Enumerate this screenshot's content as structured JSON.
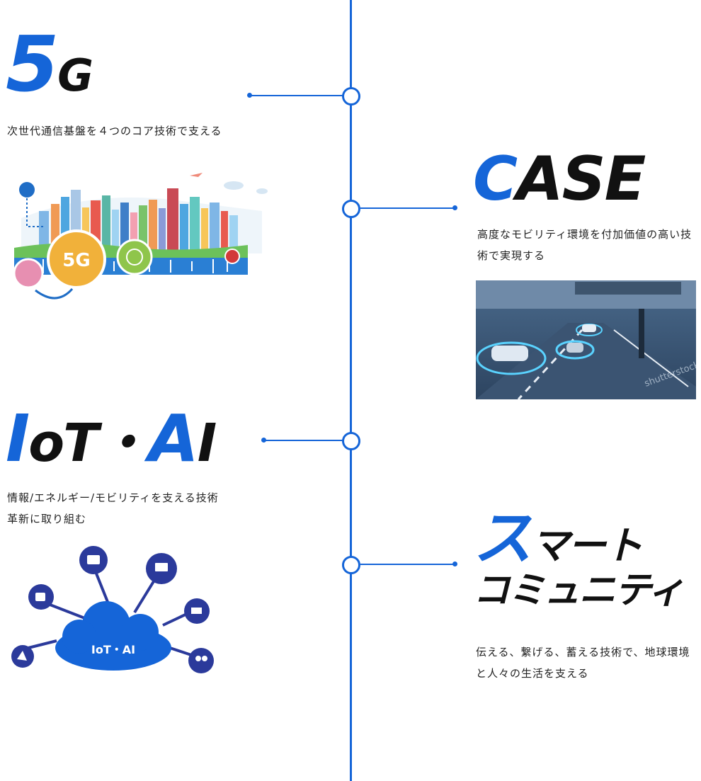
{
  "sections": {
    "fiveg": {
      "title_accent": "5",
      "title_rest": "G",
      "description": "次世代通信基盤を４つのコア技術で支える",
      "badge": "5G"
    },
    "case": {
      "title_accent": "C",
      "title_rest": "ASE",
      "description": "高度なモビリティ環境を付加価値の高い技術で実現する",
      "watermark": "shutterstock"
    },
    "iotai": {
      "title_part1": "I",
      "title_part2": "oT・",
      "title_part3": "A",
      "title_part4": "I",
      "description": "情報/エネルギー/モビリティを支える技術革新に取り組む",
      "cloud_label": "IoT・AI"
    },
    "smart": {
      "title_accent": "ス",
      "title_line1_rest": "マート",
      "title_line2": "コミュニティ",
      "description": "伝える、繋げる、蓄える技術で、地球環境と人々の生活を支える"
    }
  },
  "colors": {
    "accent": "#1565d8",
    "text": "#111111"
  }
}
